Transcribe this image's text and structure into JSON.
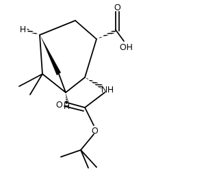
{
  "diagram": {
    "atoms": {
      "oh": "OH",
      "o_carbonyl_acid": "O",
      "h_top": "H",
      "h_bottom": "H",
      "nh": "NH",
      "o_carbamate_carbonyl": "O",
      "o_carbamate_ester": "O"
    },
    "colors": {
      "ink": "#000000",
      "background": "#ffffff"
    }
  }
}
